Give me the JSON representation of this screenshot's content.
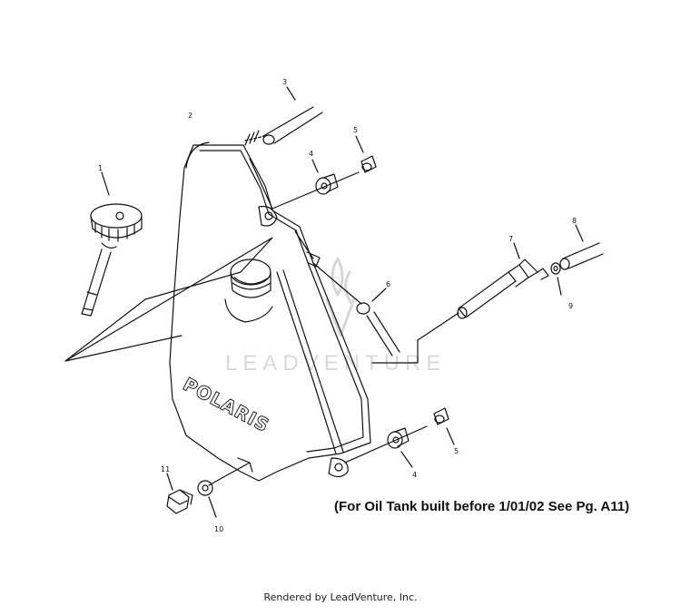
{
  "diagram": {
    "callouts": [
      "1",
      "2",
      "3",
      "4",
      "5",
      "6",
      "7",
      "8",
      "9",
      "10",
      "11",
      "4",
      "5"
    ],
    "brand_text": "POLARIS",
    "watermark_text": "LEADVENTURE",
    "note_text": "(For Oil Tank built before 1/01/02 See Pg. A11)",
    "footer_text": "Rendered by LeadVenture, Inc."
  }
}
